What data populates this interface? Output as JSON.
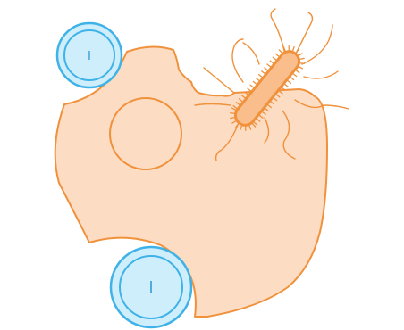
{
  "badges": [
    {
      "label": "I"
    },
    {
      "label": "I"
    }
  ],
  "colors": {
    "cell_fill": "#fcdcc2",
    "cell_stroke": "#f0913c",
    "bacterium_fill": "#f9be8c",
    "badge_fill": "#cfeefc",
    "badge_stroke": "#3fb2e8",
    "background": "#ffffff"
  },
  "icons": [
    "macrophage-cell",
    "nucleus",
    "bacterium",
    "immune-cell-badge"
  ]
}
